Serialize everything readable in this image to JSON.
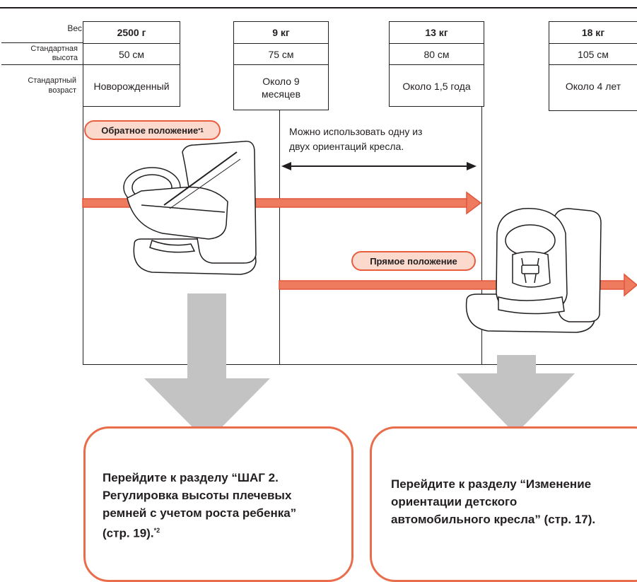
{
  "row_labels": {
    "weight": "Вес",
    "height_l1": "Стандартная",
    "height_l2": "высота",
    "age_l1": "Стандартный",
    "age_l2": "возраст"
  },
  "columns": [
    {
      "weight": "2500 г",
      "height": "50 см",
      "age_l1": "Новорожденный",
      "age_l2": ""
    },
    {
      "weight": "9 кг",
      "height": "75 см",
      "age_l1": "Около 9",
      "age_l2": "месяцев"
    },
    {
      "weight": "13 кг",
      "height": "80 см",
      "age_l1": "Около 1,5 года",
      "age_l2": ""
    },
    {
      "weight": "18 кг",
      "height": "105 см",
      "age_l1": "Около 4 лет",
      "age_l2": ""
    }
  ],
  "rear_facing": {
    "label": "Обратное положение",
    "footnote": "*1"
  },
  "forward_facing": {
    "label": "Прямое положение"
  },
  "either_note": {
    "line1": "Можно использовать одну из",
    "line2": "двух ориентаций кресла."
  },
  "box_left": {
    "line1": "Перейдите к разделу “ШАГ 2.",
    "line2": "Регулировка высоты плечевых",
    "line3": "ремней с учетом роста ребенка”",
    "line4": "(стр. 19).",
    "footnote": "*2"
  },
  "box_right": {
    "line1": "Перейдите к разделу “Изменение",
    "line2": "ориентации детского",
    "line3": "автомобильного кресла” (стр. 17)."
  },
  "colors": {
    "arrow_red": "#ef7b5e",
    "arrow_red_stroke": "#e0563a",
    "gray_arrow": "#c3c3c3",
    "box_border": "#ea6d4b",
    "pill_fill": "#fbd9cd"
  }
}
